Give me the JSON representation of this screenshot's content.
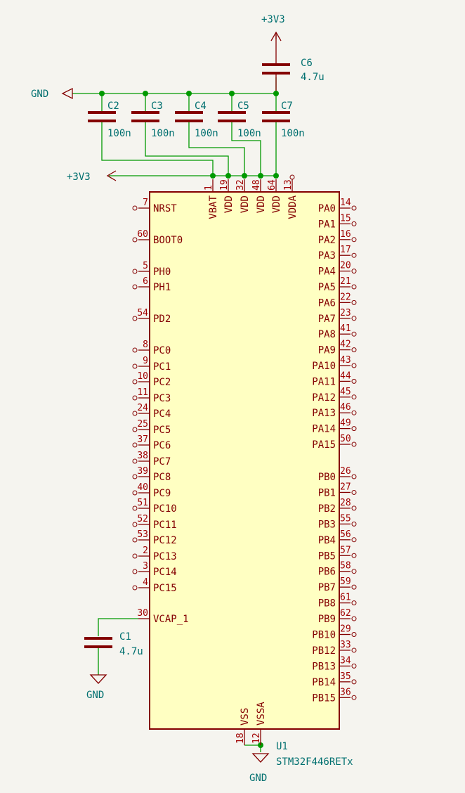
{
  "power": {
    "v3v3_top": "+3V3",
    "v3v3_left": "+3V3",
    "gnd_top": "GND",
    "gnd_c1": "GND",
    "gnd_vss": "GND"
  },
  "caps": {
    "C6": {
      "ref": "C6",
      "value": "4.7u"
    },
    "C2": {
      "ref": "C2",
      "value": "100n"
    },
    "C3": {
      "ref": "C3",
      "value": "100n"
    },
    "C4": {
      "ref": "C4",
      "value": "100n"
    },
    "C5": {
      "ref": "C5",
      "value": "100n"
    },
    "C7": {
      "ref": "C7",
      "value": "100n"
    },
    "C1": {
      "ref": "C1",
      "value": "4.7u"
    }
  },
  "ic": {
    "ref": "U1",
    "part": "STM32F446RETx",
    "colors": {
      "body_fill": "#ffffc2",
      "body_stroke": "#840000",
      "wire": "#009900",
      "junction": "#009900"
    },
    "top_pins": [
      {
        "num": "1",
        "name": "VBAT"
      },
      {
        "num": "19",
        "name": "VDD"
      },
      {
        "num": "32",
        "name": "VDD"
      },
      {
        "num": "48",
        "name": "VDD"
      },
      {
        "num": "64",
        "name": "VDD"
      },
      {
        "num": "13",
        "name": "VDDA"
      }
    ],
    "bottom_pins": [
      {
        "num": "18",
        "name": "VSS"
      },
      {
        "num": "12",
        "name": "VSSA"
      }
    ],
    "left_pins": [
      {
        "num": "7",
        "name": "NRST"
      },
      {
        "num": "60",
        "name": "BOOT0"
      },
      {
        "num": "5",
        "name": "PH0"
      },
      {
        "num": "6",
        "name": "PH1"
      },
      {
        "num": "54",
        "name": "PD2"
      },
      {
        "num": "8",
        "name": "PC0"
      },
      {
        "num": "9",
        "name": "PC1"
      },
      {
        "num": "10",
        "name": "PC2"
      },
      {
        "num": "11",
        "name": "PC3"
      },
      {
        "num": "24",
        "name": "PC4"
      },
      {
        "num": "25",
        "name": "PC5"
      },
      {
        "num": "37",
        "name": "PC6"
      },
      {
        "num": "38",
        "name": "PC7"
      },
      {
        "num": "39",
        "name": "PC8"
      },
      {
        "num": "40",
        "name": "PC9"
      },
      {
        "num": "51",
        "name": "PC10"
      },
      {
        "num": "52",
        "name": "PC11"
      },
      {
        "num": "53",
        "name": "PC12"
      },
      {
        "num": "2",
        "name": "PC13"
      },
      {
        "num": "3",
        "name": "PC14"
      },
      {
        "num": "4",
        "name": "PC15"
      },
      {
        "num": "30",
        "name": "VCAP_1"
      }
    ],
    "right_pins": [
      {
        "num": "14",
        "name": "PA0"
      },
      {
        "num": "15",
        "name": "PA1"
      },
      {
        "num": "16",
        "name": "PA2"
      },
      {
        "num": "17",
        "name": "PA3"
      },
      {
        "num": "20",
        "name": "PA4"
      },
      {
        "num": "21",
        "name": "PA5"
      },
      {
        "num": "22",
        "name": "PA6"
      },
      {
        "num": "23",
        "name": "PA7"
      },
      {
        "num": "41",
        "name": "PA8"
      },
      {
        "num": "42",
        "name": "PA9"
      },
      {
        "num": "43",
        "name": "PA10"
      },
      {
        "num": "44",
        "name": "PA11"
      },
      {
        "num": "45",
        "name": "PA12"
      },
      {
        "num": "46",
        "name": "PA13"
      },
      {
        "num": "49",
        "name": "PA14"
      },
      {
        "num": "50",
        "name": "PA15"
      },
      {
        "num": "26",
        "name": "PB0"
      },
      {
        "num": "27",
        "name": "PB1"
      },
      {
        "num": "28",
        "name": "PB2"
      },
      {
        "num": "55",
        "name": "PB3"
      },
      {
        "num": "56",
        "name": "PB4"
      },
      {
        "num": "57",
        "name": "PB5"
      },
      {
        "num": "58",
        "name": "PB6"
      },
      {
        "num": "59",
        "name": "PB7"
      },
      {
        "num": "61",
        "name": "PB8"
      },
      {
        "num": "62",
        "name": "PB9"
      },
      {
        "num": "29",
        "name": "PB10"
      },
      {
        "num": "33",
        "name": "PB12"
      },
      {
        "num": "34",
        "name": "PB13"
      },
      {
        "num": "35",
        "name": "PB14"
      },
      {
        "num": "36",
        "name": "PB15"
      }
    ]
  }
}
